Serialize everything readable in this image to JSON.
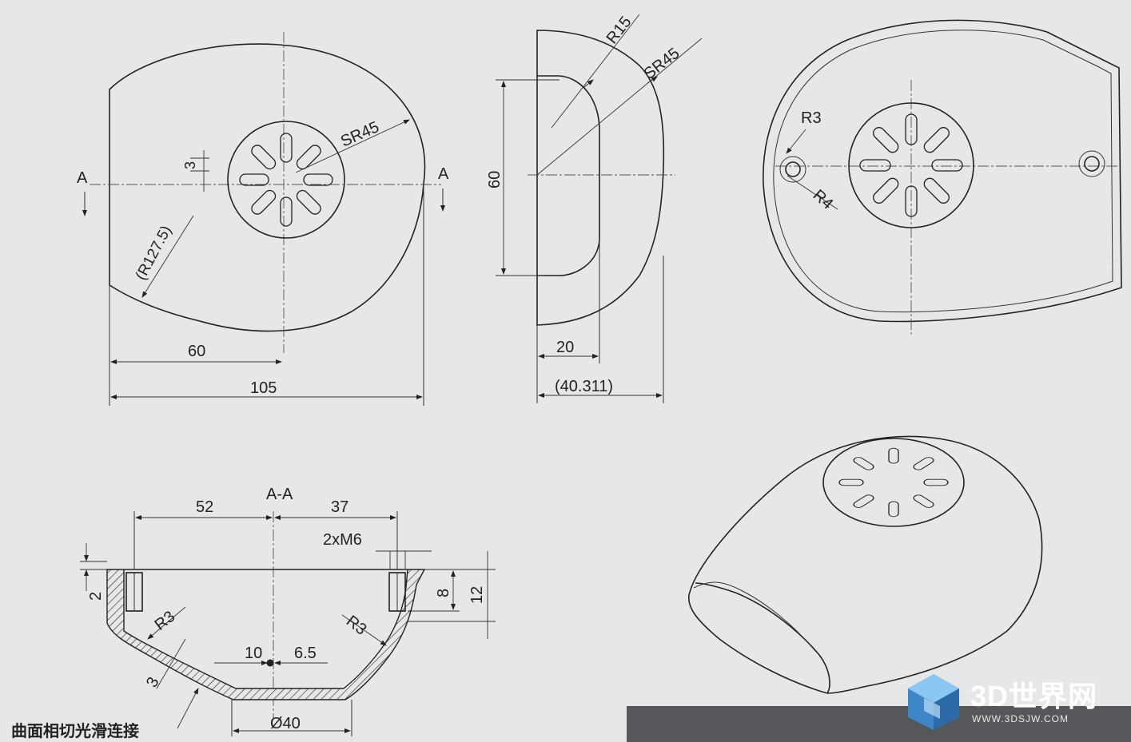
{
  "front_view": {
    "section_label_left": "A",
    "section_label_right": "A",
    "dim_sr45": "SR45",
    "dim_3": "3",
    "dim_r127": "(R127.5)",
    "dim_60": "60",
    "dim_105": "105"
  },
  "side_view": {
    "dim_r15": "R15",
    "dim_sr45": "SR45",
    "dim_60": "60",
    "dim_20": "20",
    "dim_40311": "(40.311)"
  },
  "top_view": {
    "dim_r3": "R3",
    "dim_r4": "R4"
  },
  "section_view": {
    "title": "A-A",
    "dim_52": "52",
    "dim_37": "37",
    "dim_2xm6": "2xM6",
    "dim_2": "2",
    "dim_8": "8",
    "dim_12": "12",
    "dim_r3_left": "R3",
    "dim_r3_right": "R3",
    "dim_3": "3",
    "dim_10": "10",
    "dim_6_5": "6.5",
    "dim_dia40": "Ø40",
    "note": "曲面相切光滑连接"
  },
  "watermark": {
    "title": "3D世界网",
    "url": "WWW.3DSJW.COM",
    "colors": {
      "cube": "#4a9ee0",
      "band": "#56575b"
    }
  }
}
